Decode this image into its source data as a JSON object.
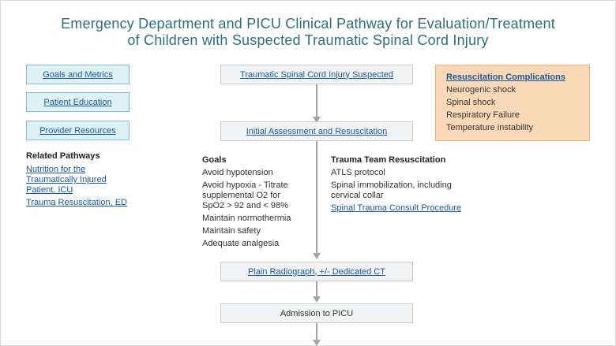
{
  "title": {
    "line1": "Emergency Department and PICU Clinical Pathway for Evaluation/Treatment",
    "line2": "of Children with Suspected Traumatic Spinal Cord Injury"
  },
  "sidebar": {
    "buttons": [
      "Goals and Metrics",
      "Patient Education",
      "Provider Resources"
    ],
    "related_title": "Related Pathways",
    "related_links": [
      "Nutrition for the Traumatically Injured Patient, ICU",
      "Trauma Resuscitation, ED"
    ]
  },
  "flow": {
    "step1": "Traumatic Spinal Cord Injury Suspected",
    "step2": "Initial Assessment and Resuscitation",
    "step3": "Plain Radiograph, +/- Dedicated CT",
    "step4": "Admission to PICU"
  },
  "goals": {
    "title": "Goals",
    "items": [
      "Avoid hypotension",
      "Avoid hypoxia - Titrate supplemental O2 for SpO2 > 92 and < 98%",
      "Maintain normothermia",
      "Maintain safety",
      "Adequate analgesia"
    ]
  },
  "trauma": {
    "title": "Trauma Team Resuscitation",
    "items": [
      "ATLS protocol",
      "Spinal immobilization, including cervical collar"
    ],
    "link": "Spinal Trauma Consult Procedure"
  },
  "complications": {
    "title": "Resuscitation Complications",
    "items": [
      "Neurogenic shock",
      "Spinal shock",
      "Respiratory Failure",
      "Temperature instability"
    ]
  },
  "colors": {
    "title": "#2e6f78",
    "link": "#1a5a99",
    "side_button_bg": "#def1f4",
    "complications_bg": "#fbd9b8",
    "flow_box_bg": "#f2f3f4"
  }
}
